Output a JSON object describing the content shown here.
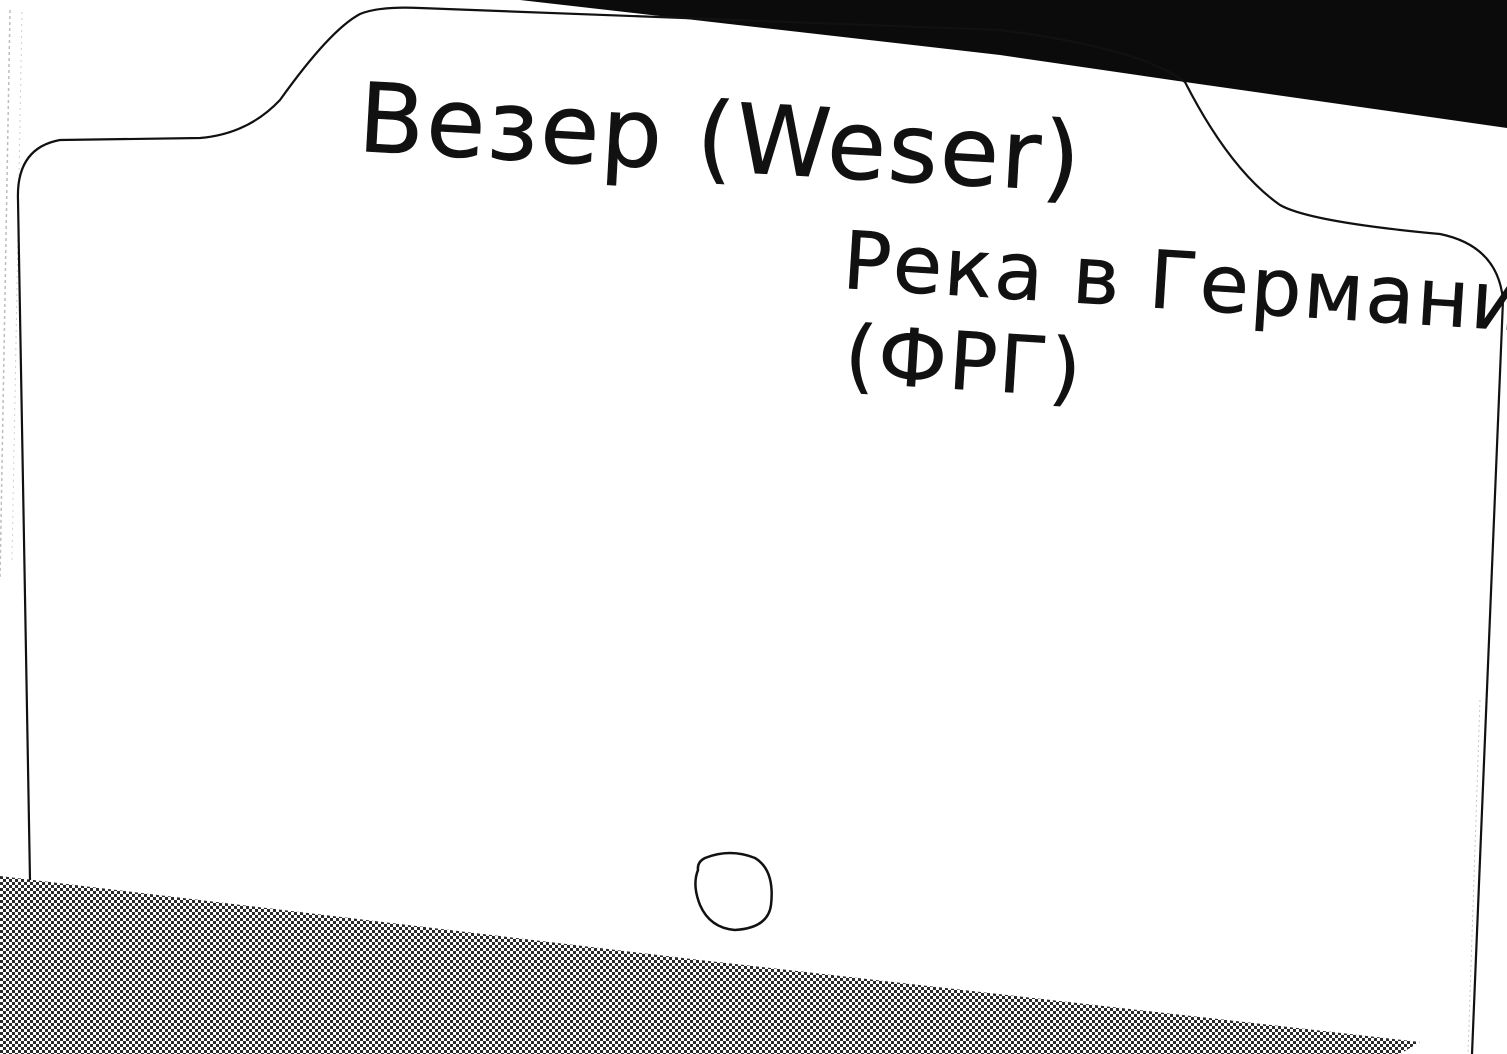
{
  "card": {
    "heading": "Везер (Weser)",
    "description_line1": "Река в Германии",
    "description_line2": "(ФРГ)"
  },
  "colors": {
    "paper": "#ffffff",
    "ink": "#111111",
    "background_dark": "#0b0b0b",
    "pattern_gray": "#7a7a7a"
  }
}
